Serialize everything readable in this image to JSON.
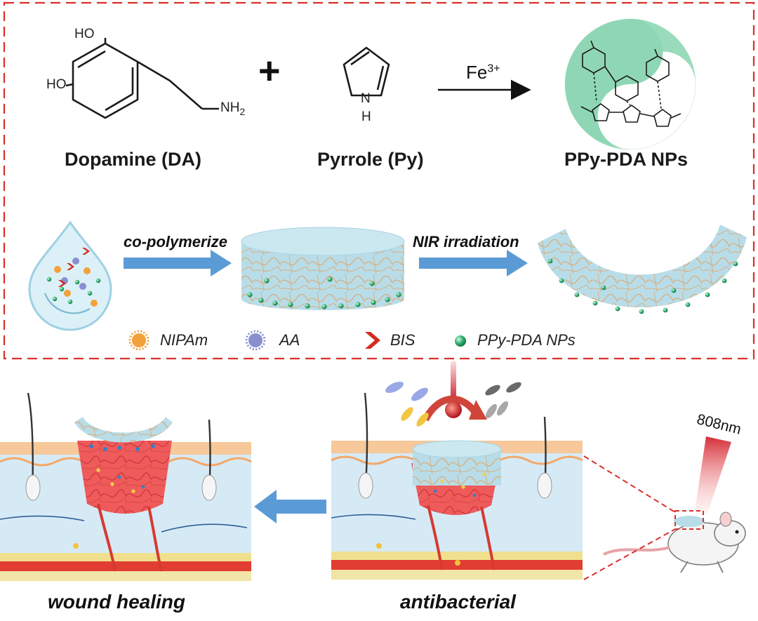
{
  "reaction": {
    "dopamine": {
      "name": "Dopamine (DA)",
      "oh_top": "HO",
      "oh_bottom": "HO",
      "amine": "NH",
      "amine_sub": "2"
    },
    "plus": "+",
    "pyrrole": {
      "name": "Pyrrole (Py)",
      "nitrogen": "N",
      "hydrogen": "H"
    },
    "catalyst": {
      "symbol": "Fe",
      "charge": "3+"
    },
    "product": {
      "name": "PPy-PDA NPs"
    }
  },
  "process": {
    "step1": "co-polymerize",
    "step2": "NIR irradiation"
  },
  "legend": [
    {
      "label": "NIPAm",
      "color": "#f2a23a"
    },
    {
      "label": "AA",
      "color": "#8a8fd0"
    },
    {
      "label": "BIS",
      "color": "#d42b1e"
    },
    {
      "label": "PPy-PDA NPs",
      "color": "#2fae6e"
    }
  ],
  "bottom": {
    "laser": "808nm",
    "left_caption": "wound healing",
    "right_caption": "antibacterial"
  },
  "colors": {
    "dashed_border": "#d9302a",
    "arrow_blue": "#5b9bd5",
    "hydrogel": "#b8dde8",
    "fiber": "#e0a36a",
    "nanoparticle": "#2fae6e",
    "wound_red": "#ef5a5a",
    "skin_orange": "#f6c89a",
    "dermis_blue": "#d6eaf6",
    "laser_red": "#e33a3a"
  }
}
